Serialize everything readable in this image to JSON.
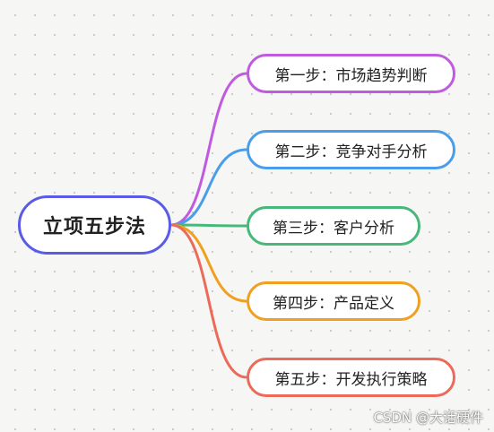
{
  "mindmap": {
    "root": {
      "label": "立项五步法",
      "color": "#5a5ce6"
    },
    "branches": [
      {
        "label": "第一步：市场趋势判断",
        "color": "#c05be0"
      },
      {
        "label": "第二步：竞争对手分析",
        "color": "#4a9de8"
      },
      {
        "label": "第三步：客户分析",
        "color": "#47b87a"
      },
      {
        "label": "第四步：产品定义",
        "color": "#f0a020"
      },
      {
        "label": "第五步：开发执行策略",
        "color": "#ec6a5a"
      }
    ]
  },
  "watermark": {
    "text": "CSDN @大话硬件"
  }
}
